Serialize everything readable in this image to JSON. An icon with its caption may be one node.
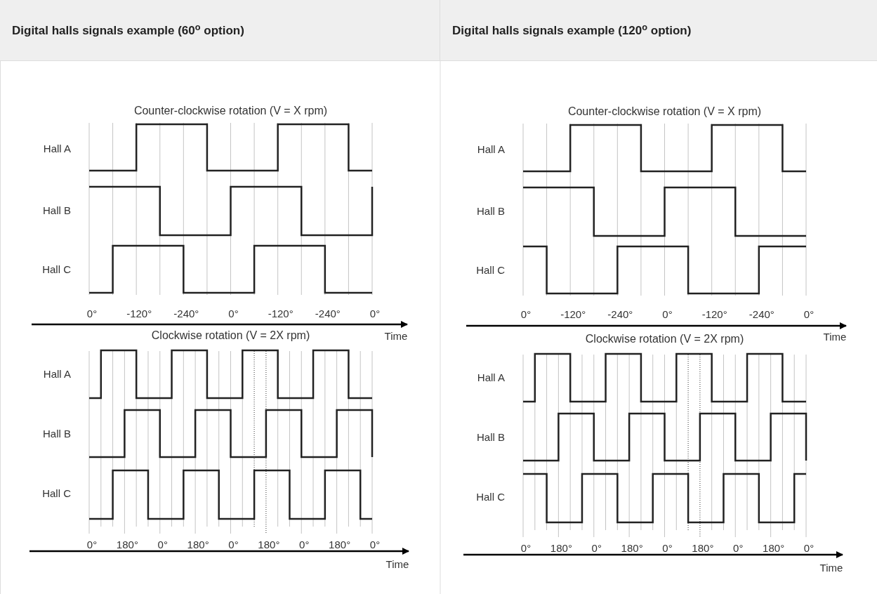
{
  "diagram": {
    "labels": [
      "Digital halls signals example (60$^{o}$ option)",
      "Digital halls signals example (120$^{o}$ option)",
      "Counter-clockwise rotation (V = X rpm)",
      "Hall A",
      "Hall B",
      "Hall C",
      "0°",
      "-120°",
      "-240°",
      "0°",
      "-120°",
      "-240°",
      "0°",
      "Time",
      "Clockwise rotation (V = 2X rpm)",
      "Hall A",
      "Hall B",
      "Hall C",
      "0°",
      "180°",
      "0°",
      "180°",
      "0°",
      "180°",
      "0°",
      "180°",
      "0°",
      "Time",
      "Counter-clockwise rotation (V = X rpm)",
      "Hall A",
      "Hall B",
      "Hall C",
      "0°",
      "-120°",
      "-240°",
      "0°",
      "-120°",
      "-240°",
      "0°",
      "Time",
      "Clockwise rotation (V = 2X rpm)",
      "Hall A",
      "Hall B",
      "Hall C",
      "0°",
      "180°",
      "0°",
      "180°",
      "0°",
      "180°",
      "0°",
      "180°",
      "0°",
      "Time"
    ]
  }
}
